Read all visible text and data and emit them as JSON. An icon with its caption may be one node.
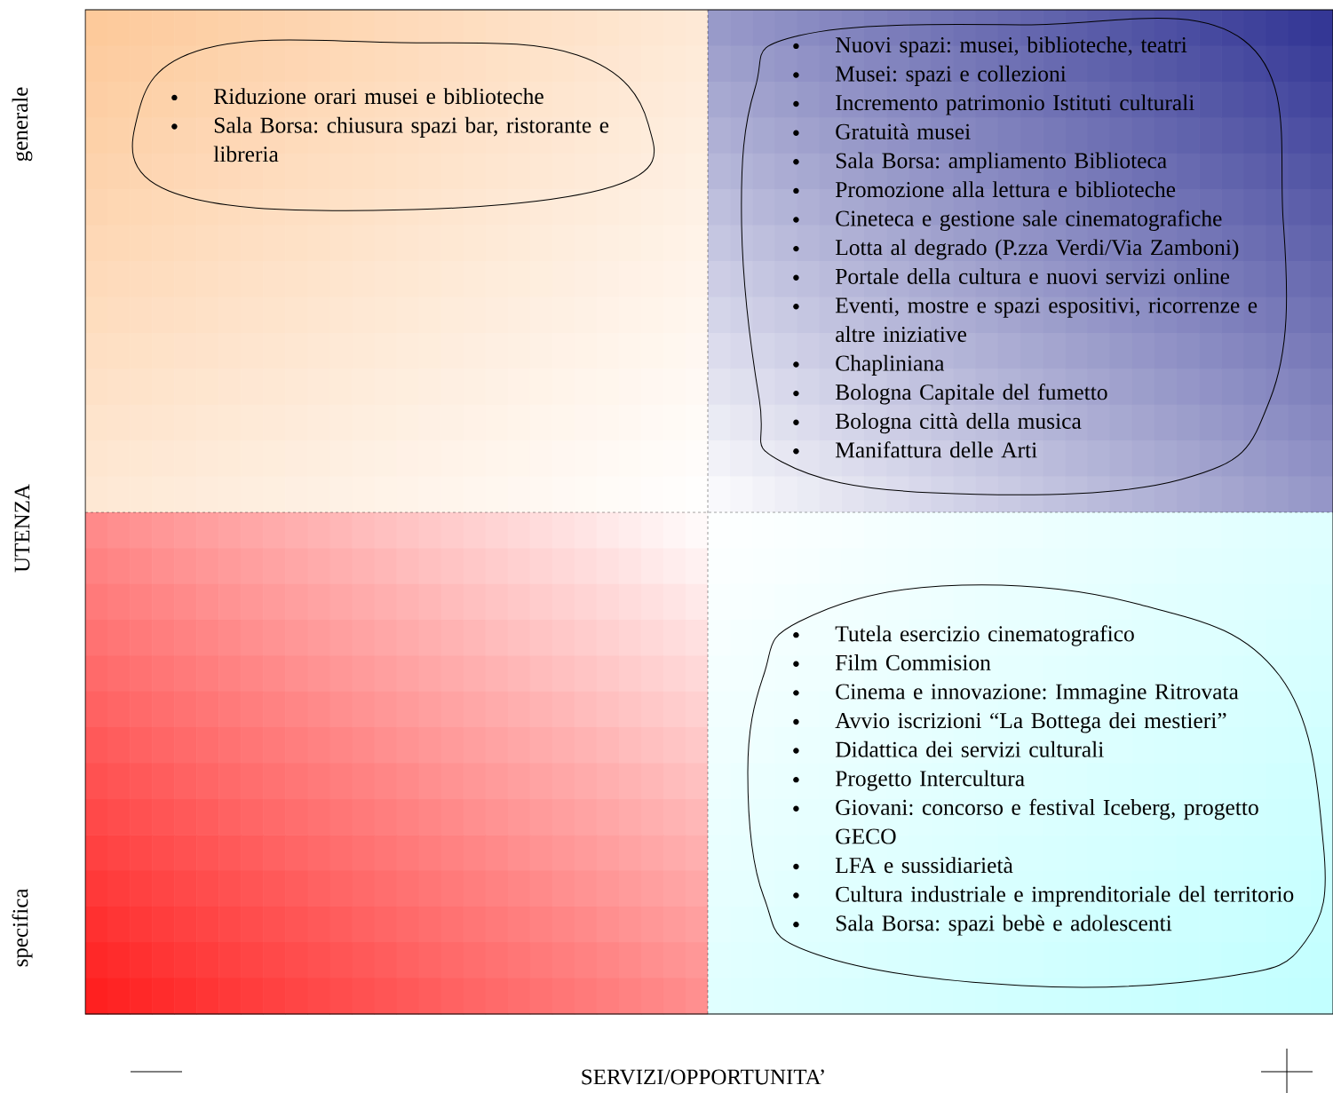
{
  "diagram": {
    "nodes": [
      {
        "text": [
          "Riduzione orari musei e biblioteche",
          "Sala Borsa: chiusura spazi bar, ristorante e libreria"
        ]
      },
      {
        "text": [
          "Nuovi spazi: musei, biblioteche, teatri",
          "Musei: spazi e collezioni",
          "Incremento patrimonio Istituti culturali",
          "Gratuità musei",
          "Sala Borsa: ampliamento Biblioteca",
          "Promozione alla lettura e biblioteche",
          "Cineteca e gestione sale cinematografiche",
          "Lotta al degrado (P.zza Verdi/Via Zamboni)",
          "Portale della cultura e nuovi servizi online",
          "Eventi, mostre e spazi espositivi, ricorrenze e altre iniziative",
          "Chapliniana",
          "Bologna Capitale del fumetto",
          "Bologna città della musica",
          "Manifattura delle Arti"
        ]
      },
      {
        "text": [
          "Tutela esercizio cinematografico",
          "Film Commision",
          "Cinema e innovazione: Immagine Ritrovata",
          "Avvio iscrizioni “La Bottega dei mestieri”",
          "Didattica dei servizi culturali",
          "Progetto Intercultura",
          "Giovani: concorso e festival Iceberg, progetto GECO",
          "LFA e sussidiarietà",
          "Cultura industriale e imprenditoriale del territorio",
          "Sala Borsa: spazi bebè e adolescenti"
        ]
      }
    ],
    "labels": [
      "generale",
      "UTENZA",
      "specifica",
      "SERVIZI/OPPORTUNITA’"
    ]
  }
}
